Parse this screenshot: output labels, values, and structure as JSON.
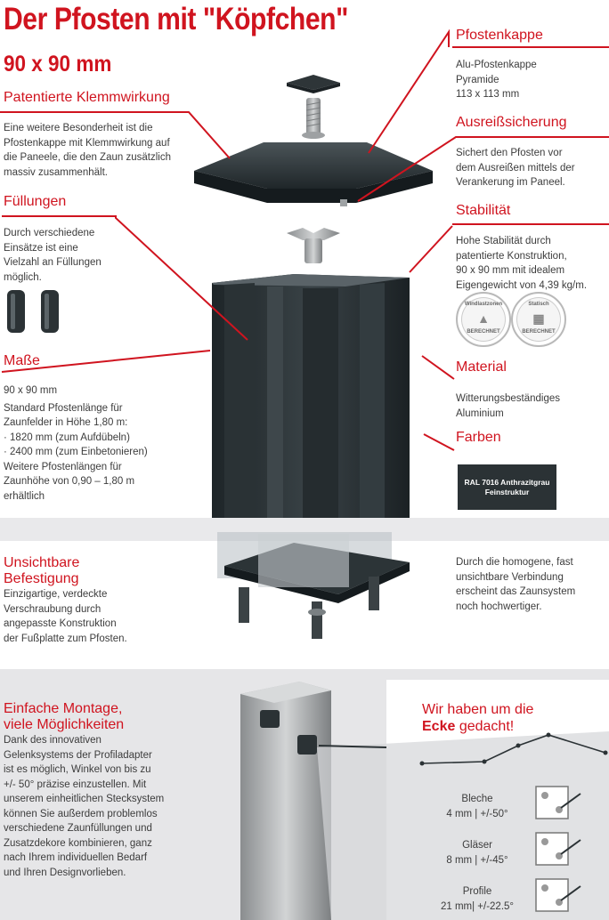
{
  "header": {
    "title": "Der Pfosten mit \"Köpfchen\"",
    "dimension": "90 x 90 mm"
  },
  "left_sections": {
    "patent": {
      "heading": "Patentierte Klemmwirkung",
      "lines": [
        "Eine weitere Besonderheit ist die",
        "Pfostenkappe mit Klemmwirkung auf",
        "die Paneele, die den Zaun zusätzlich",
        "massiv zusammenhält."
      ]
    },
    "fill": {
      "heading": "Füllungen",
      "lines": [
        "Durch verschiedene",
        "Einsätze ist eine",
        "Vielzahl an Füllungen",
        "möglich."
      ]
    },
    "dims": {
      "heading": "Maße",
      "lines": [
        "90 x 90 mm",
        "Standard Pfostenlänge für",
        "Zaunfelder in Höhe 1,80 m:",
        "· 1820 mm (zum Aufdübeln)",
        "· 2400 mm (zum Einbetonieren)",
        "Weitere Pfostenlängen für",
        "Zaunhöhe von 0,90 – 1,80 m",
        "erhältlich"
      ]
    }
  },
  "right_sections": {
    "cap": {
      "heading": "Pfostenkappe",
      "lines": [
        "Alu-Pfostenkappe",
        "Pyramide",
        "113 x 113 mm"
      ]
    },
    "pullout": {
      "heading": "Ausreißsicherung",
      "lines": [
        "Sichert den Pfosten vor",
        "dem Ausreißen mittels der",
        "Verankerung im Paneel."
      ]
    },
    "stability": {
      "heading": "Stabilität",
      "lines": [
        "Hohe Stabilität durch",
        "patentierte Konstruktion,",
        "90 x 90 mm mit idealem",
        "Eigengewicht von 4,39 kg/m."
      ]
    },
    "material": {
      "heading": "Material",
      "lines": [
        "Witterungsbeständiges",
        "Aluminium"
      ]
    },
    "colors": {
      "heading": "Farben",
      "swatch_line1": "RAL 7016 Anthrazitgrau",
      "swatch_line2": "Feinstruktur",
      "swatch_color": "#2b3235"
    }
  },
  "seals": {
    "left_top": "Windlastzonen",
    "left_bottom": "BERECHNET",
    "right_top": "Statisch",
    "right_bottom": "BERECHNET"
  },
  "invisible": {
    "heading_line1": "Unsichtbare",
    "heading_line2": "Befestigung",
    "lines": [
      "Einzigartige, verdeckte",
      "Verschraubung durch",
      "angepasste Konstruktion",
      "der Fußplatte zum Pfosten."
    ],
    "right_lines": [
      "Durch die homogene, fast",
      "unsichtbare Verbindung",
      "erscheint das Zaunsystem",
      "noch hochwertiger."
    ]
  },
  "mounting": {
    "heading_line1": "Einfache Montage,",
    "heading_line2": "viele Möglichkeiten",
    "lines": [
      "Dank des innovativen",
      "Gelenksystems der Profiladapter",
      "ist es möglich, Winkel von bis zu",
      "+/- 50° präzise einzustellen. Mit",
      "unserem einheitlichen Stecksystem",
      "können Sie außerdem problemlos",
      "verschiedene Zaunfüllungen und",
      "Zusatzdekore kombinieren, ganz",
      "nach Ihrem individuellen Bedarf",
      "und Ihren Designvorlieben."
    ]
  },
  "corner": {
    "heading_line1": "Wir haben um die",
    "heading_bold": "Ecke",
    "heading_rest": " gedacht!",
    "items": [
      {
        "name": "Bleche",
        "spec": "4 mm | +/-50°"
      },
      {
        "name": "Gläser",
        "spec": "8 mm | +/-45°"
      },
      {
        "name": "Profile",
        "spec": "21 mm| +/-22.5°"
      }
    ]
  },
  "colors": {
    "accent": "#d0141f",
    "post": "#2c3437",
    "band_gray": "#e6e6e8"
  }
}
